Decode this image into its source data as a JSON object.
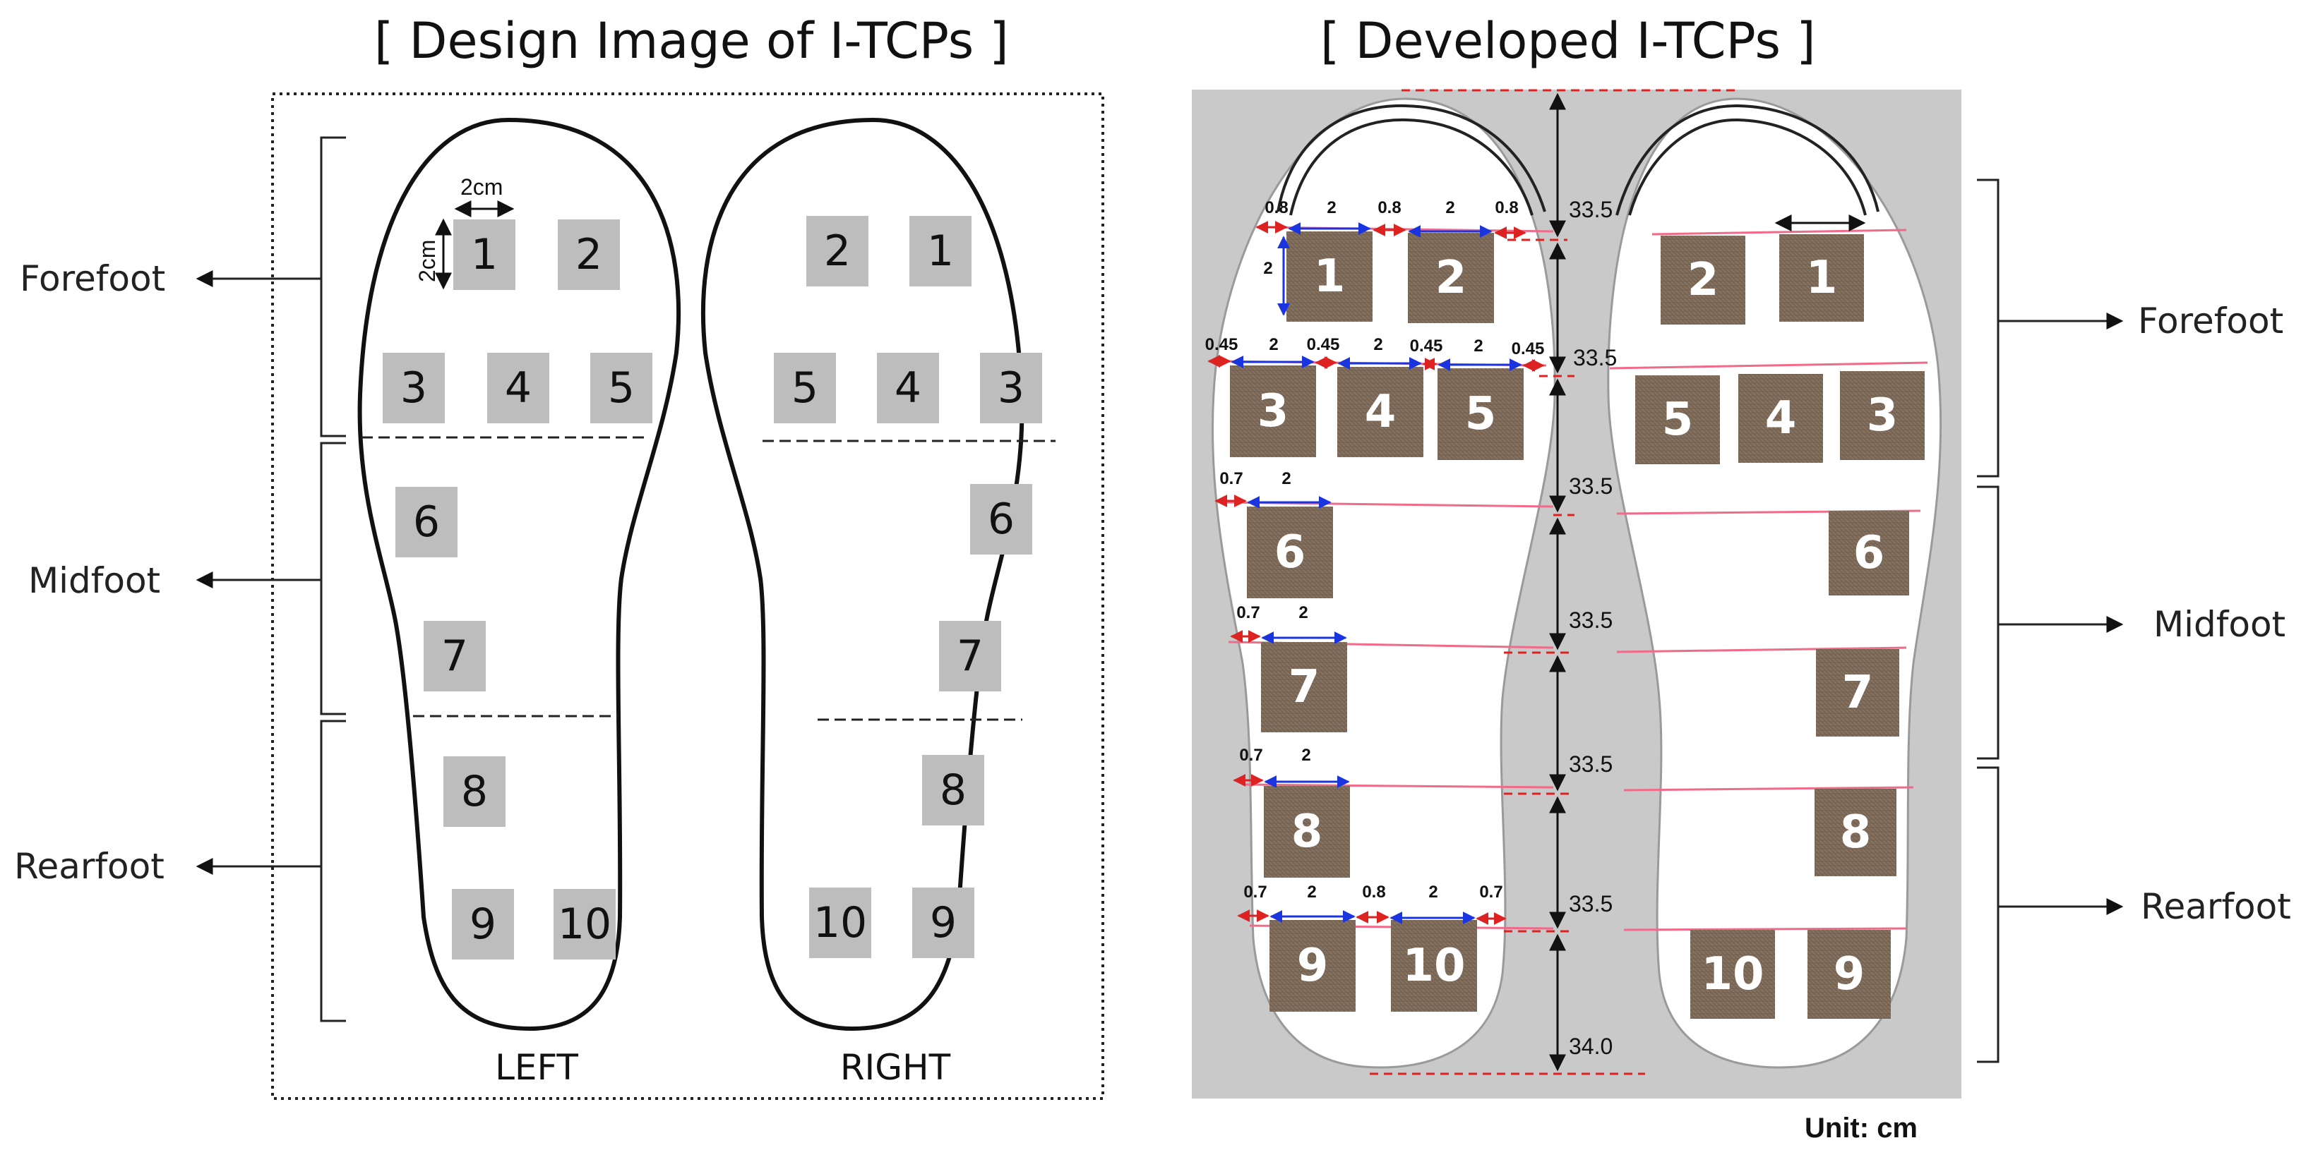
{
  "titles": {
    "design": "[ Design Image of I-TCPs ]",
    "developed": "[ Developed I-TCPs ]"
  },
  "regions": {
    "forefoot": "Forefoot",
    "midfoot": "Midfoot",
    "rearfoot": "Rearfoot"
  },
  "design": {
    "left_label": "LEFT",
    "right_label": "RIGHT",
    "size_label_w": "2cm",
    "size_label_h": "2cm",
    "left_pads": [
      "1",
      "2",
      "3",
      "4",
      "5",
      "6",
      "7",
      "8",
      "9",
      "10"
    ],
    "right_pads": [
      "2",
      "1",
      "5",
      "4",
      "3",
      "6",
      "7",
      "8",
      "10",
      "9"
    ]
  },
  "developed": {
    "left_pads": [
      "1",
      "2",
      "3",
      "4",
      "5",
      "6",
      "7",
      "8",
      "9",
      "10"
    ],
    "right_pads": [
      "2",
      "1",
      "5",
      "4",
      "3",
      "6",
      "7",
      "8",
      "10",
      "9"
    ],
    "row_spacings": [
      "33.5",
      "33.5",
      "33.5",
      "33.5",
      "33.5",
      "33.5",
      "34.0"
    ],
    "row1_dims": [
      "0.8",
      "2",
      "0.8",
      "2",
      "0.8"
    ],
    "pad1_height": "2",
    "row2_dims": [
      "0.45",
      "2",
      "0.45",
      "2",
      "0.45",
      "2",
      "0.45"
    ],
    "row3_dims": [
      "0.7",
      "2"
    ],
    "row4_dims": [
      "0.7",
      "2"
    ],
    "row5_dims": [
      "0.7",
      "2"
    ],
    "row6_dims": [
      "0.7",
      "2",
      "0.8",
      "2",
      "0.7"
    ]
  },
  "unit_label": "Unit: cm",
  "colors": {
    "design_pad": "#bdbdbd",
    "fabric_pad": "#7d6a58",
    "dim_red": "#dd2222",
    "dim_blue": "#1a35e0",
    "photo_bg": "#c9c9c9"
  }
}
